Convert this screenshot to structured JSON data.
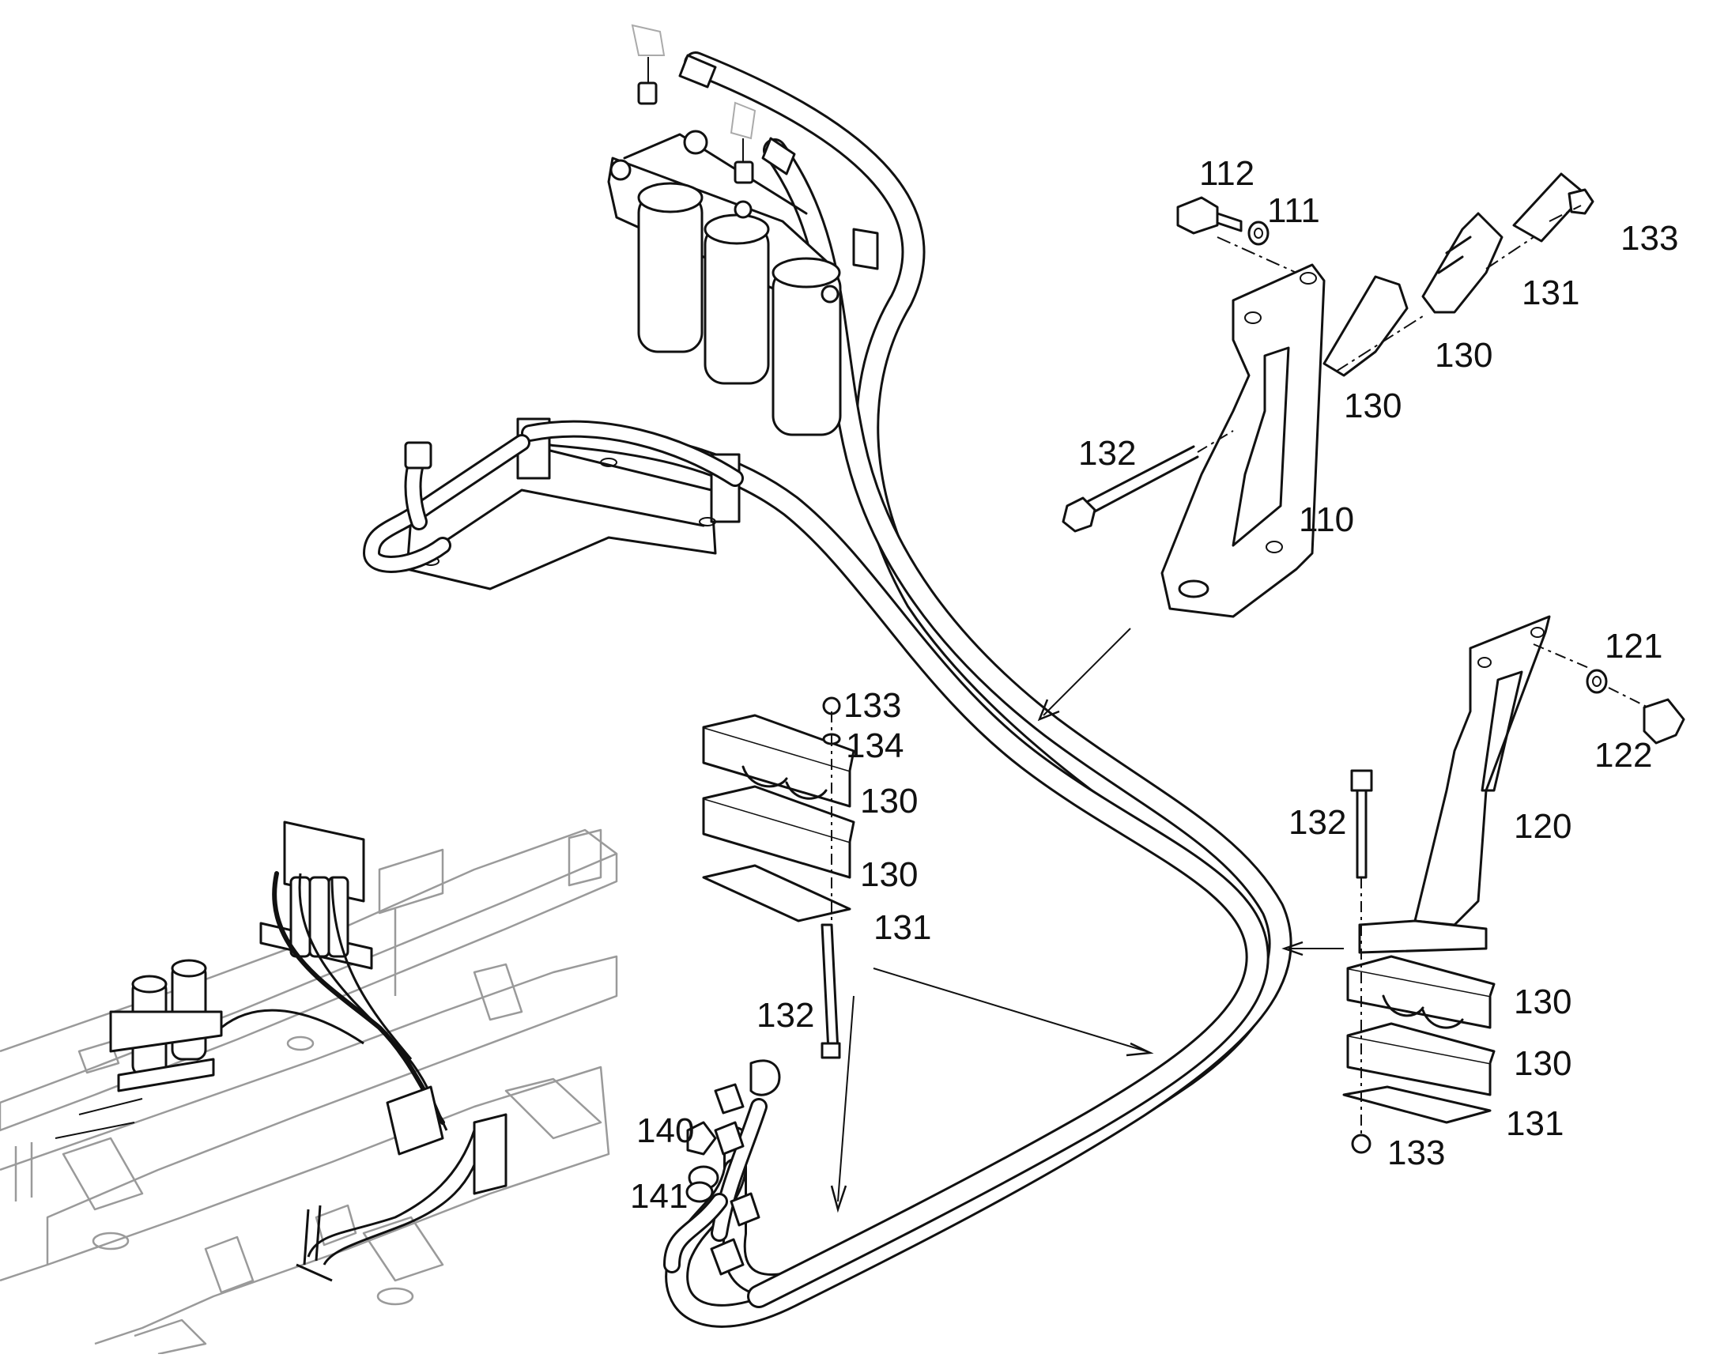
{
  "diagram": {
    "labels": {
      "l112": "112",
      "l111": "111",
      "l133a": "133",
      "l131a": "131",
      "l130a": "130",
      "l130b": "130",
      "l132a": "132",
      "l110": "110",
      "l121": "121",
      "l122": "122",
      "l120": "120",
      "l132b": "132",
      "l133b": "133",
      "l134": "134",
      "l130c": "130",
      "l130d": "130",
      "l131b": "131",
      "l132c": "132",
      "l130e": "130",
      "l130f": "130",
      "l131c": "131",
      "l133c": "133",
      "l140": "140",
      "l141": "141"
    }
  }
}
